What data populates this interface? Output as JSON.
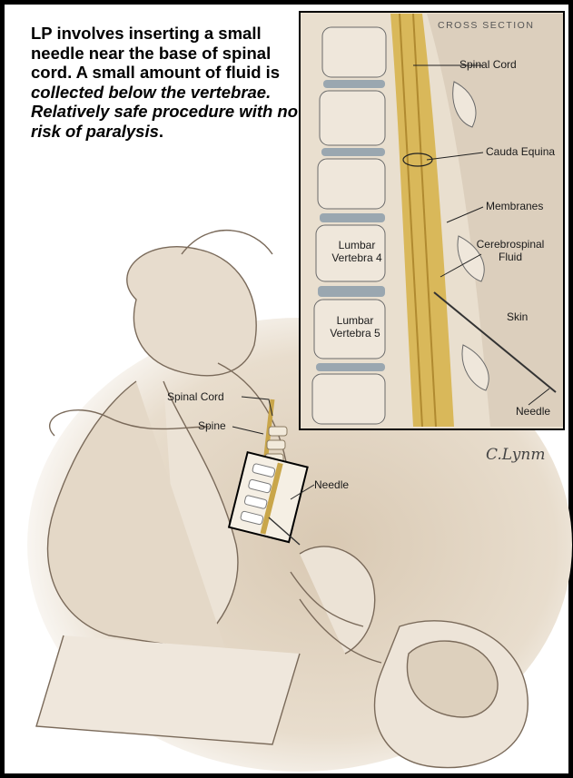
{
  "caption": {
    "line1": "LP involves inserting a small needle near the base of spinal cord. A small amount of fluid is ",
    "italic": "collected below the vertebrae. Relatively safe procedure with no risk of paralysis",
    "end": "."
  },
  "inset": {
    "title": "CROSS SECTION",
    "labels": {
      "spinal_cord": "Spinal Cord",
      "cauda_equina": "Cauda Equina",
      "membranes": "Membranes",
      "csf": "Cerebrospinal Fluid",
      "skin": "Skin",
      "needle": "Needle",
      "lumbar4": "Lumbar Vertebra 4",
      "lumbar5": "Lumbar Vertebra 5"
    }
  },
  "main": {
    "spinal_cord": "Spinal Cord",
    "spine": "Spine",
    "needle": "Needle"
  },
  "signature": "C.Lynm"
}
